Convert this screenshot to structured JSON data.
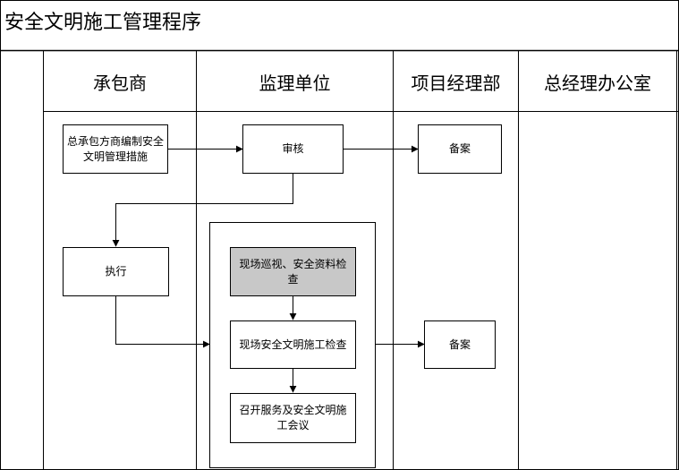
{
  "title": "安全文明施工管理程序",
  "columns": [
    "承包商",
    "监理单位",
    "项目经理部",
    "总经理办公室"
  ],
  "nodes": {
    "n1": "总承包方商编制安全文明管理措施",
    "n2": "审核",
    "n3": "备案",
    "n4": "执行",
    "n5": "现场巡视、安全资料检查",
    "n6": "现场安全文明施工检查",
    "n7": "备案",
    "n8": "召开服务及安全文明施工会议"
  }
}
